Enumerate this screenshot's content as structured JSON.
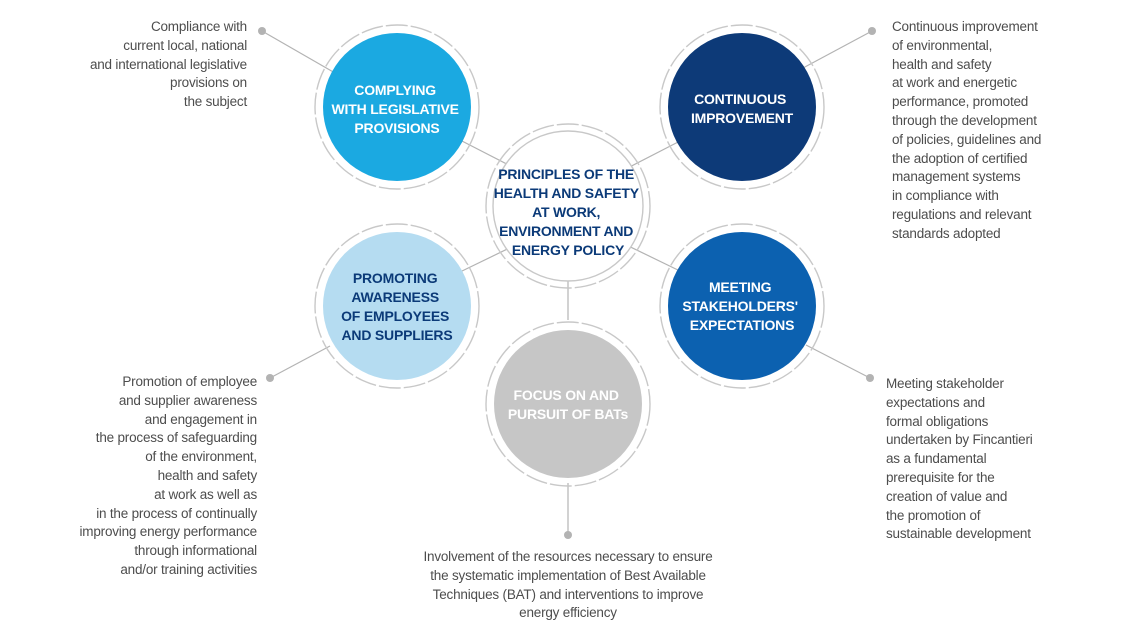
{
  "colors": {
    "connector_line": "#b3b3b3",
    "connector_dot": "#b3b3b3",
    "ring": "#c8c8c8",
    "description_text": "#4d4d4d",
    "center_text": "#0b3a78"
  },
  "center": {
    "lines": [
      "PRINCIPLES OF THE",
      "HEALTH AND SAFETY",
      "AT WORK,",
      "ENVIRONMENT AND",
      "ENERGY POLICY"
    ],
    "fill": "#ffffff",
    "text_color": "#0b3a78"
  },
  "principles": [
    {
      "id": "legislative",
      "lines": [
        "COMPLYING",
        "WITH LEGISLATIVE",
        "PROVISIONS"
      ],
      "fill": "#1ba9e1",
      "text_color": "#ffffff",
      "description": [
        "Compliance with",
        "current local, national",
        "and international legislative",
        "provisions on",
        "the subject"
      ]
    },
    {
      "id": "improvement",
      "lines": [
        "CONTINUOUS",
        "IMPROVEMENT"
      ],
      "fill": "#0d3a78",
      "text_color": "#ffffff",
      "description": [
        "Continuous improvement",
        "of environmental,",
        "health and safety",
        "at work and energetic",
        "performance, promoted",
        "through the development",
        "of policies, guidelines and",
        "the adoption of certified",
        "management systems",
        "in compliance with",
        "regulations and relevant",
        "standards adopted"
      ]
    },
    {
      "id": "awareness",
      "lines": [
        "PROMOTING",
        "AWARENESS",
        "OF EMPLOYEES",
        "AND SUPPLIERS"
      ],
      "fill": "#b5dcf1",
      "text_color": "#0b3a78",
      "description": [
        "Promotion of employee",
        "and supplier awareness",
        "and engagement in",
        "the process of safeguarding",
        "of the environment,",
        "health and safety",
        "at work as well as",
        "in the process of continually",
        "improving energy performance",
        "through informational",
        "and/or training activities"
      ]
    },
    {
      "id": "stakeholders",
      "lines": [
        "MEETING",
        "STAKEHOLDERS'",
        "EXPECTATIONS"
      ],
      "fill": "#0c61b0",
      "text_color": "#ffffff",
      "description": [
        "Meeting stakeholder",
        "expectations and",
        "formal obligations",
        "undertaken by Fincantieri",
        "as a fundamental",
        "prerequisite for the",
        "creation of value and",
        "the promotion of",
        "sustainable development"
      ]
    },
    {
      "id": "bats",
      "lines": [
        "FOCUS ON AND",
        "PURSUIT OF BATs"
      ],
      "fill": "#c6c6c6",
      "text_color": "#ffffff",
      "description": [
        "Involvement of the resources necessary to ensure",
        "the systematic implementation of Best Available",
        "Techniques (BAT)  and interventions to improve",
        "energy efficiency"
      ]
    }
  ]
}
